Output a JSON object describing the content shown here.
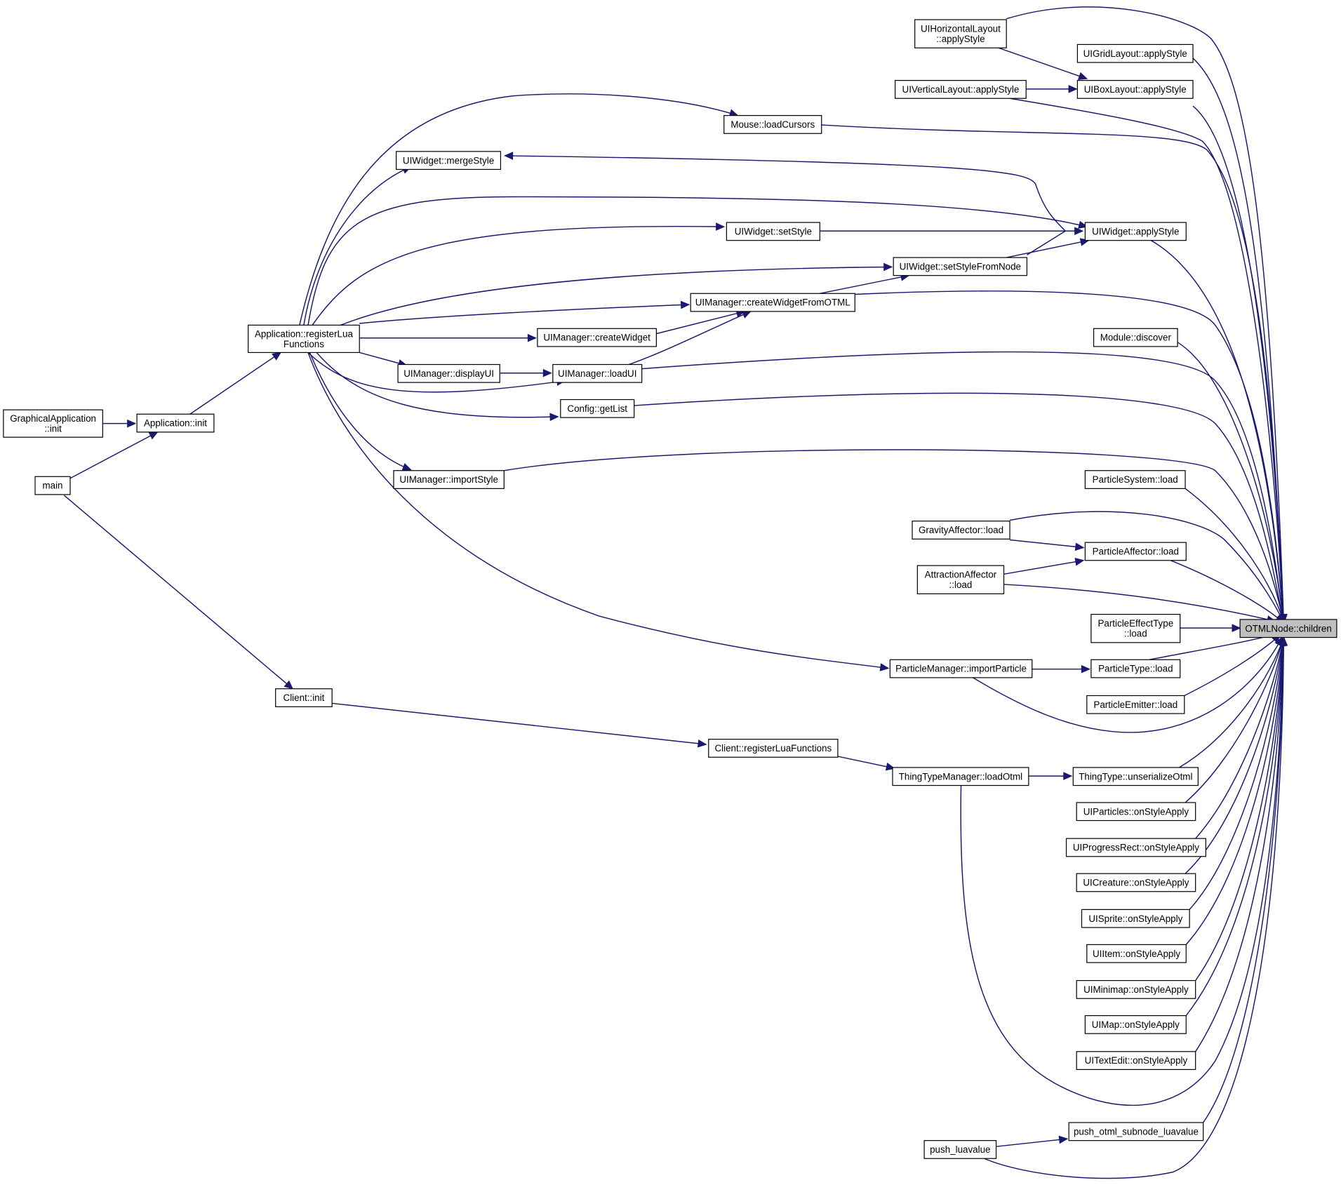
{
  "colors": {
    "edge": "#191970",
    "highlight_fill": "#bfbfbf",
    "box_border": "#000000",
    "background": "#ffffff"
  },
  "nodes": [
    {
      "id": "target",
      "lines": [
        "OTMLNode::children"
      ],
      "highlighted": true
    },
    {
      "id": "hlayout",
      "lines": [
        "UIHorizontalLayout",
        "::applyStyle"
      ]
    },
    {
      "id": "gridlayout",
      "lines": [
        "UIGridLayout::applyStyle"
      ]
    },
    {
      "id": "vlayout",
      "lines": [
        "UIVerticalLayout::applyStyle"
      ]
    },
    {
      "id": "boxlayout",
      "lines": [
        "UIBoxLayout::applyStyle"
      ]
    },
    {
      "id": "mouse",
      "lines": [
        "Mouse::loadCursors"
      ]
    },
    {
      "id": "mergestyle",
      "lines": [
        "UIWidget::mergeStyle"
      ]
    },
    {
      "id": "wapplystyle",
      "lines": [
        "UIWidget::applyStyle"
      ]
    },
    {
      "id": "setstyle",
      "lines": [
        "UIWidget::setStyle"
      ]
    },
    {
      "id": "setstylefromnode",
      "lines": [
        "UIWidget::setStyleFromNode"
      ]
    },
    {
      "id": "createfromotml",
      "lines": [
        "UIManager::createWidgetFromOTML"
      ]
    },
    {
      "id": "appreg",
      "lines": [
        "Application::registerLua",
        "Functions"
      ]
    },
    {
      "id": "createwidget",
      "lines": [
        "UIManager::createWidget"
      ]
    },
    {
      "id": "modulediscover",
      "lines": [
        "Module::discover"
      ]
    },
    {
      "id": "displayui",
      "lines": [
        "UIManager::displayUI"
      ]
    },
    {
      "id": "loadui",
      "lines": [
        "UIManager::loadUI"
      ]
    },
    {
      "id": "getlist",
      "lines": [
        "Config::getList"
      ]
    },
    {
      "id": "graphinit",
      "lines": [
        "GraphicalApplication",
        "::init"
      ]
    },
    {
      "id": "appinit",
      "lines": [
        "Application::init"
      ]
    },
    {
      "id": "main",
      "lines": [
        "main"
      ]
    },
    {
      "id": "importstyle",
      "lines": [
        "UIManager::importStyle"
      ]
    },
    {
      "id": "psysload",
      "lines": [
        "ParticleSystem::load"
      ]
    },
    {
      "id": "gravity",
      "lines": [
        "GravityAffector::load"
      ]
    },
    {
      "id": "paffector",
      "lines": [
        "ParticleAffector::load"
      ]
    },
    {
      "id": "attraction",
      "lines": [
        "AttractionAffector",
        "::load"
      ]
    },
    {
      "id": "peffect",
      "lines": [
        "ParticleEffectType",
        "::load"
      ]
    },
    {
      "id": "importparticle",
      "lines": [
        "ParticleManager::importParticle"
      ]
    },
    {
      "id": "ptype",
      "lines": [
        "ParticleType::load"
      ]
    },
    {
      "id": "pemitter",
      "lines": [
        "ParticleEmitter::load"
      ]
    },
    {
      "id": "clientinit",
      "lines": [
        "Client::init"
      ]
    },
    {
      "id": "clientreg",
      "lines": [
        "Client::registerLuaFunctions"
      ]
    },
    {
      "id": "ttmload",
      "lines": [
        "ThingTypeManager::loadOtml"
      ]
    },
    {
      "id": "ttunser",
      "lines": [
        "ThingType::unserializeOtml"
      ]
    },
    {
      "id": "uiparticles",
      "lines": [
        "UIParticles::onStyleApply"
      ]
    },
    {
      "id": "uiprogress",
      "lines": [
        "UIProgressRect::onStyleApply"
      ]
    },
    {
      "id": "uicreature",
      "lines": [
        "UICreature::onStyleApply"
      ]
    },
    {
      "id": "uisprite",
      "lines": [
        "UISprite::onStyleApply"
      ]
    },
    {
      "id": "uiitem",
      "lines": [
        "UIItem::onStyleApply"
      ]
    },
    {
      "id": "uiminimap",
      "lines": [
        "UIMinimap::onStyleApply"
      ]
    },
    {
      "id": "uimap",
      "lines": [
        "UIMap::onStyleApply"
      ]
    },
    {
      "id": "uitextedit",
      "lines": [
        "UITextEdit::onStyleApply"
      ]
    },
    {
      "id": "pushsub",
      "lines": [
        "push_otml_subnode_luavalue"
      ]
    },
    {
      "id": "pushlua",
      "lines": [
        "push_luavalue"
      ]
    }
  ]
}
